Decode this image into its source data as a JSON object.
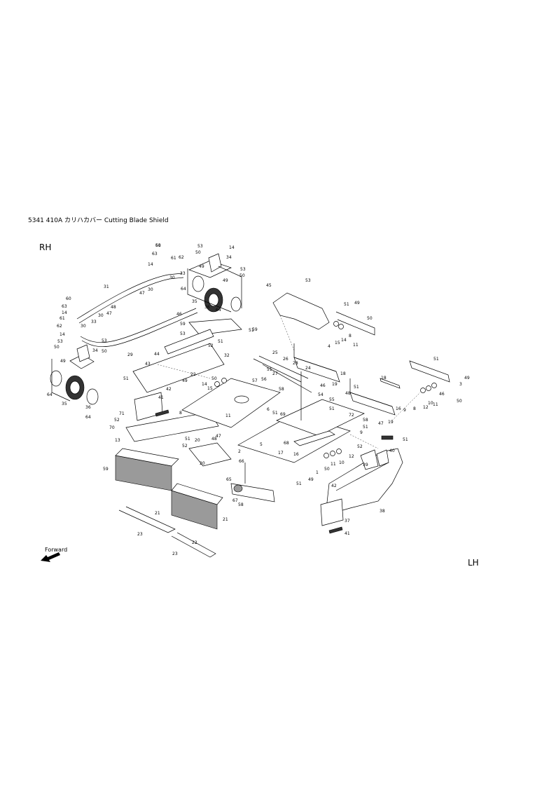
{
  "header": {
    "title": "5341 410A カリハカバー Cutting Blade Shield"
  },
  "orientation": {
    "right_side": "RH",
    "left_side": "LH",
    "forward": "Forward"
  },
  "callouts": [
    "60",
    "63",
    "61",
    "62",
    "14",
    "53",
    "50",
    "14",
    "34",
    "49",
    "53",
    "50",
    "33",
    "30",
    "30",
    "47",
    "31",
    "64",
    "35",
    "36",
    "64",
    "46",
    "49",
    "60",
    "63",
    "14",
    "61",
    "62",
    "14",
    "48",
    "47",
    "30",
    "30",
    "33",
    "53",
    "50",
    "34",
    "49",
    "53",
    "50",
    "29",
    "59",
    "59",
    "32",
    "53",
    "44",
    "52",
    "51",
    "43",
    "51",
    "41",
    "42",
    "64",
    "35",
    "36",
    "64",
    "71",
    "52",
    "70",
    "13",
    "51",
    "52",
    "20",
    "20",
    "48",
    "47",
    "66",
    "65",
    "67",
    "58",
    "59",
    "21",
    "21",
    "23",
    "22",
    "23",
    "22",
    "49",
    "50",
    "14",
    "15",
    "8",
    "11",
    "2",
    "51",
    "5",
    "51",
    "25",
    "26",
    "57",
    "56",
    "27",
    "58",
    "28",
    "24",
    "54",
    "55",
    "6",
    "51",
    "69",
    "68",
    "16",
    "17",
    "51",
    "1",
    "49",
    "50",
    "11",
    "10",
    "12",
    "9",
    "51",
    "72",
    "58",
    "51",
    "52",
    "53",
    "45",
    "51",
    "49",
    "50",
    "4",
    "15",
    "14",
    "8",
    "11",
    "46",
    "19",
    "18",
    "51",
    "48",
    "47",
    "19",
    "18",
    "16",
    "51",
    "3",
    "49",
    "50",
    "46",
    "11",
    "10",
    "12",
    "8",
    "9",
    "51",
    "40",
    "39",
    "38",
    "37",
    "41",
    "42",
    "51"
  ]
}
